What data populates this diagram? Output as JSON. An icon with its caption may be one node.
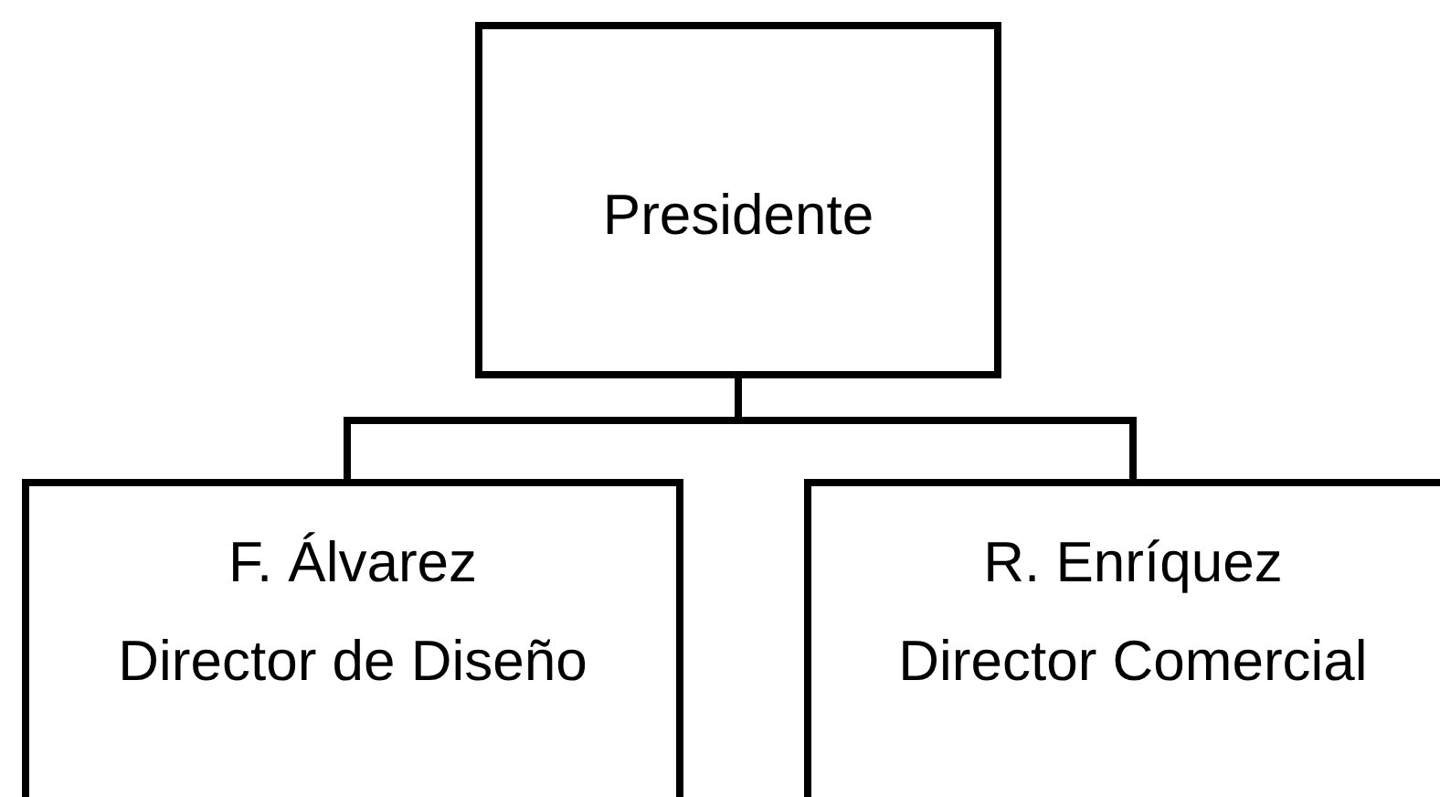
{
  "diagram": {
    "nodes": [
      {
        "text": [
          "Presidente"
        ]
      },
      {
        "text": [
          "F. Álvarez",
          "Director de Diseño"
        ]
      },
      {
        "text": [
          "R. Enríquez",
          "Director Comercial"
        ]
      }
    ],
    "edges": [
      {
        "from": 0,
        "to": 1,
        "arrow": "none"
      },
      {
        "from": 0,
        "to": 2,
        "arrow": "none"
      }
    ]
  }
}
